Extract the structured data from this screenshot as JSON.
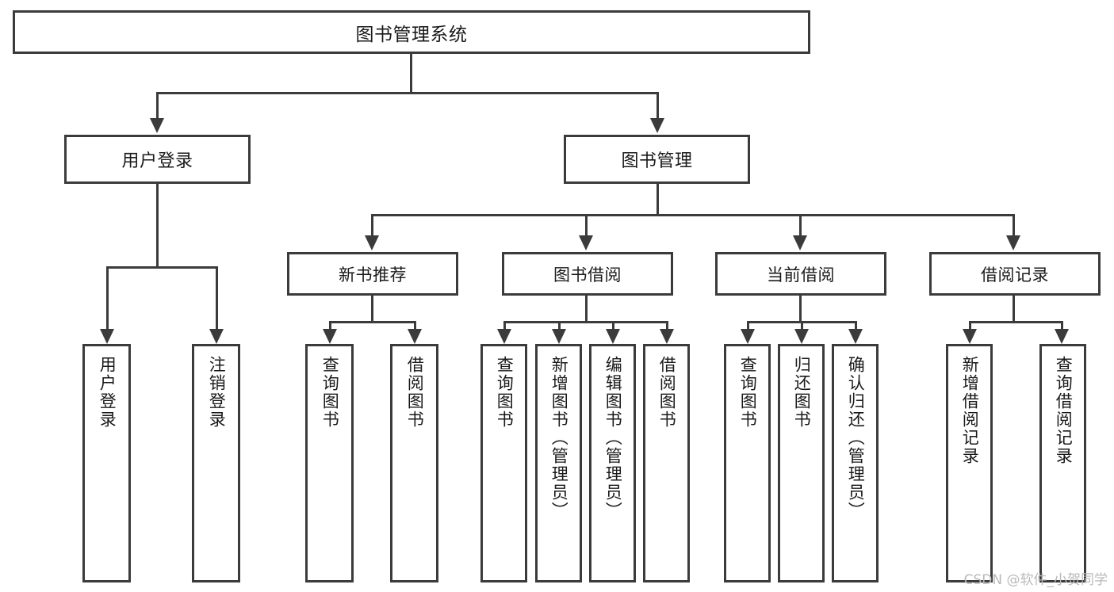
{
  "diagram": {
    "title": "图书管理系统",
    "watermark": "CSDN @软件_小贺同学",
    "line_color": "#3b3b3b",
    "box_fill": "#ffffff",
    "text_color": "#1a1a1a",
    "watermark_color": "#b9b9b9",
    "root": {
      "label": "图书管理系统"
    },
    "level1": [
      {
        "label": "用户登录"
      },
      {
        "label": "图书管理"
      }
    ],
    "level2": [
      {
        "label": "新书推荐"
      },
      {
        "label": "图书借阅"
      },
      {
        "label": "当前借阅"
      },
      {
        "label": "借阅记录"
      }
    ],
    "leaves": {
      "user_login": [
        {
          "label": "用户登录"
        },
        {
          "label": "注销登录"
        }
      ],
      "new_book_recommend": [
        {
          "label": "查询图书"
        },
        {
          "label": "借阅图书"
        }
      ],
      "book_borrow": [
        {
          "label": "查询图书"
        },
        {
          "label": "新增图书（管理员）"
        },
        {
          "label": "编辑图书（管理员）"
        },
        {
          "label": "借阅图书"
        }
      ],
      "current_borrow": [
        {
          "label": "查询图书"
        },
        {
          "label": "归还图书"
        },
        {
          "label": "确认归还（管理员）"
        }
      ],
      "borrow_records": [
        {
          "label": "新增借阅记录"
        },
        {
          "label": "查询借阅记录"
        }
      ]
    }
  }
}
